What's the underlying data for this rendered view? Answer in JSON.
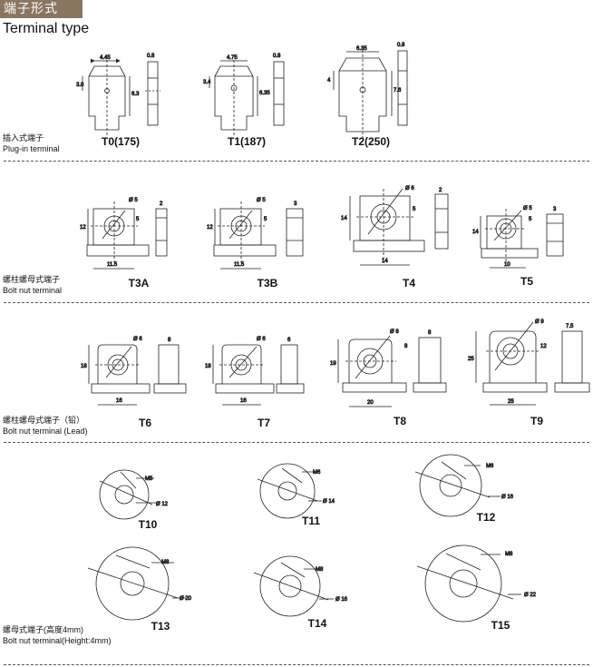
{
  "header": {
    "title_cn": "端子形式",
    "title_en": "Terminal type"
  },
  "sections": [
    {
      "cn": "插入式端子",
      "en": "Plug-in terminal"
    },
    {
      "cn": "螺柱螺母式端子",
      "en": "Bolt nut terminal"
    },
    {
      "cn": "螺柱螺母式端子（铅）",
      "en": "Bolt nut terminal (Lead)"
    },
    {
      "cn": "螺母式端子(高度4mm)",
      "en": "Bolt nut terminal(Height:4mm)"
    }
  ],
  "terminals": {
    "t0": {
      "label": "T0(175)",
      "w": "4.45",
      "h1": "3.0",
      "h2": "6.3",
      "t": "0.8"
    },
    "t1": {
      "label": "T1(187)",
      "w": "4.75",
      "h1": "3.4",
      "h2": "6.35",
      "t": "0.8"
    },
    "t2": {
      "label": "T2(250)",
      "w": "6.35",
      "h1": "4",
      "h2": "7.6",
      "t": "0.8"
    },
    "t3a": {
      "label": "T3A",
      "d": "Ø 5",
      "a": "5",
      "h": "12",
      "w": "11.5",
      "t": "2"
    },
    "t3b": {
      "label": "T3B",
      "d": "Ø 5",
      "a": "5",
      "h": "12",
      "w": "11.5",
      "t": "3"
    },
    "t4": {
      "label": "T4",
      "d": "Ø 6",
      "a": "5",
      "h": "14",
      "w": "14",
      "t": "2"
    },
    "t5": {
      "label": "T5",
      "d": "Ø 5",
      "a": "5",
      "h": "14",
      "w": "10",
      "t": "3"
    },
    "t6": {
      "label": "T6",
      "d": "Ø 6",
      "h": "18",
      "w": "16",
      "t": "8"
    },
    "t7": {
      "label": "T7",
      "d": "Ø 6",
      "h": "18",
      "w": "16",
      "t": "6"
    },
    "t8": {
      "label": "T8",
      "d": "Ø 8",
      "a": "8",
      "h": "19",
      "w": "20",
      "t": "8"
    },
    "t9": {
      "label": "T9",
      "d": "Ø 9",
      "a": "12",
      "h": "25",
      "w": "25",
      "t": "7.5"
    },
    "t10": {
      "label": "T10",
      "inner": "M5",
      "outer": "Ø 12"
    },
    "t11": {
      "label": "T11",
      "inner": "M6",
      "outer": "Ø 14"
    },
    "t12": {
      "label": "T12",
      "inner": "M6",
      "outer": "Ø 16"
    },
    "t13": {
      "label": "T13",
      "inner": "M8",
      "outer": "Ø 20"
    },
    "t14": {
      "label": "T14",
      "inner": "M8",
      "outer": "Ø 16"
    },
    "t15": {
      "label": "T15",
      "inner": "M8",
      "outer": "Ø 22"
    }
  }
}
